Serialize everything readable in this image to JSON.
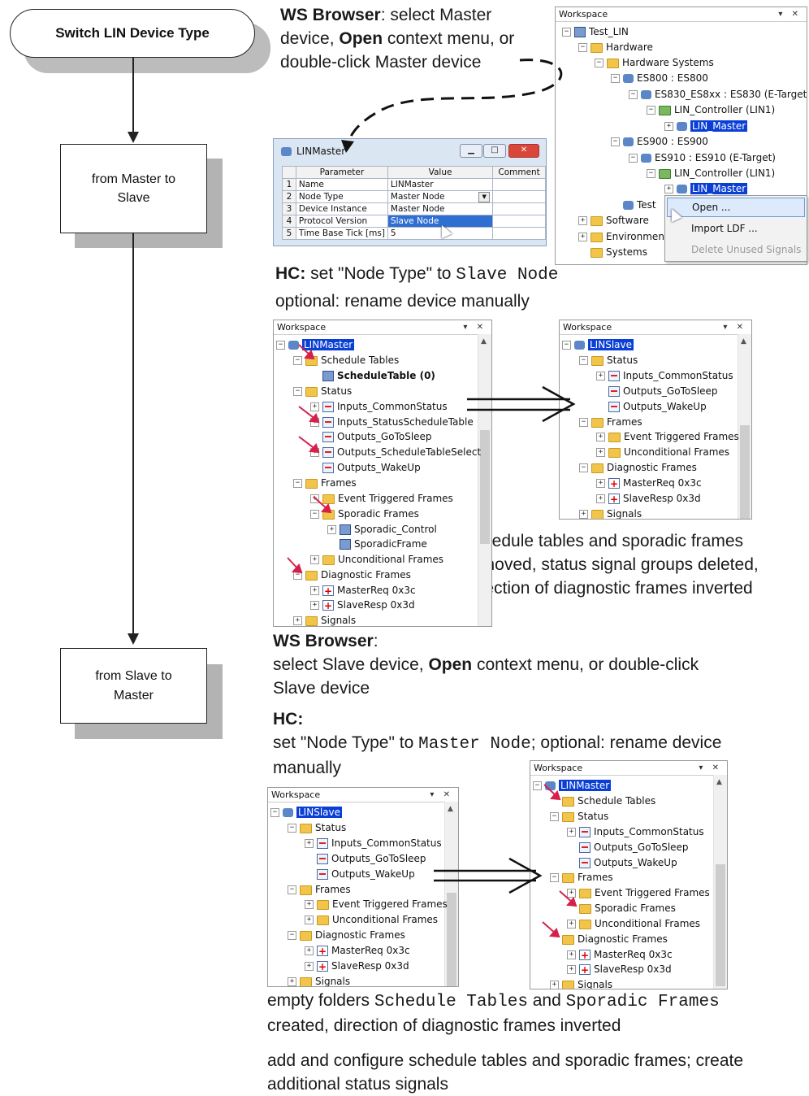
{
  "flow": {
    "start_label": "Switch LIN Device Type",
    "box1_label": "from Master to Slave",
    "box2_label": "from Slave to Master"
  },
  "ann": {
    "ws1_bold": "WS Browser",
    "ws1_a": ": select Master",
    "ws1_b": "device, ",
    "ws1_open": "Open",
    "ws1_c": " context menu, or",
    "ws1_d": "double-click Master device",
    "hc1_bold": "HC:",
    "hc1_text": " set \"Node Type\" to ",
    "hc1_mono": "Slave Node",
    "optional1": "optional: rename device manually",
    "result1": "schedule tables and sporadic frames removed, status signal groups deleted, direction of diagnostic frames inverted",
    "ws2_bold": "WS Browser",
    "ws2_colon": ":",
    "ws2_a": "select Slave device, ",
    "ws2_open": "Open",
    "ws2_b": " context menu, or double-click",
    "ws2_c": "Slave device",
    "hc2_bold": "HC:",
    "hc2_a": "set \"Node Type\" to ",
    "hc2_mono": "Master  Node",
    "hc2_b": "; optional: rename device",
    "hc2_c": "manually",
    "res2_a": "empty folders ",
    "res2_mono1": "Schedule Tables",
    "res2_and": " and ",
    "res2_mono2": "Sporadic Frames",
    "res2_b": "created, direction of diagnostic frames inverted",
    "final": "add and configure schedule tables and sporadic frames; create additional status signals"
  },
  "workspace_title": "Workspace",
  "ws_top": {
    "items": [
      "Test_LIN",
      "Hardware",
      "Hardware Systems",
      "ES800 : ES800",
      "ES830_ES8xx : ES830 (E-Target)",
      "LIN_Controller (LIN1)",
      "LIN_Master",
      "ES900 : ES900",
      "ES910 : ES910 (E-Target)",
      "LIN_Controller (LIN1)",
      "LIN_Master",
      "Test",
      "Software",
      "Environmen",
      "Systems"
    ]
  },
  "context_menu": [
    "Open ...",
    "Import LDF ...",
    "Delete Unused Signals"
  ],
  "dialog": {
    "title": "LINMaster",
    "headers": [
      "Parameter",
      "Value",
      "Comment"
    ],
    "rows": [
      {
        "n": "1",
        "p": "Name",
        "v": "LINMaster"
      },
      {
        "n": "2",
        "p": "Node Type",
        "v": "Master Node"
      },
      {
        "n": "3",
        "p": "Device Instance",
        "v": "Master Node"
      },
      {
        "n": "4",
        "p": "Protocol Version",
        "v": "Slave Node"
      },
      {
        "n": "5",
        "p": "Time Base Tick [ms]",
        "v": "5"
      }
    ]
  },
  "tree_master1": [
    "LINMaster",
    "Schedule Tables",
    "ScheduleTable (0)",
    "Status",
    "Inputs_CommonStatus",
    "Inputs_StatusScheduleTable",
    "Outputs_GoToSleep",
    "Outputs_ScheduleTableSelect",
    "Outputs_WakeUp",
    "Frames",
    "Event Triggered Frames",
    "Sporadic Frames",
    "Sporadic_Control",
    "SporadicFrame",
    "Unconditional Frames",
    "Diagnostic Frames",
    "MasterReq 0x3c",
    "SlaveResp 0x3d",
    "Signals"
  ],
  "tree_slave1": [
    "LINSlave",
    "Status",
    "Inputs_CommonStatus",
    "Outputs_GoToSleep",
    "Outputs_WakeUp",
    "Frames",
    "Event Triggered Frames",
    "Unconditional Frames",
    "Diagnostic Frames",
    "MasterReq 0x3c",
    "SlaveResp 0x3d",
    "Signals"
  ],
  "tree_slave2": [
    "LINSlave",
    "Status",
    "Inputs_CommonStatus",
    "Outputs_GoToSleep",
    "Outputs_WakeUp",
    "Frames",
    "Event Triggered Frames",
    "Unconditional Frames",
    "Diagnostic Frames",
    "MasterReq 0x3c",
    "SlaveResp 0x3d",
    "Signals"
  ],
  "tree_master2": [
    "LINMaster",
    "Schedule Tables",
    "Status",
    "Inputs_CommonStatus",
    "Outputs_GoToSleep",
    "Outputs_WakeUp",
    "Frames",
    "Event Triggered Frames",
    "Sporadic Frames",
    "Unconditional Frames",
    "Diagnostic Frames",
    "MasterReq 0x3c",
    "SlaveResp 0x3d",
    "Signals"
  ]
}
